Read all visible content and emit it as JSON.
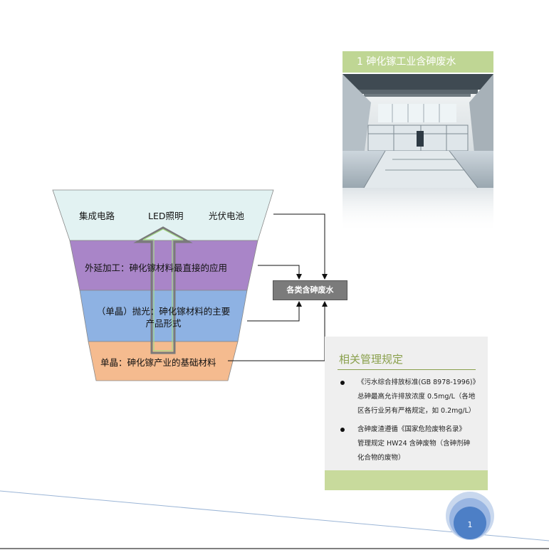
{
  "photo_section": {
    "title": "1 砷化镓工业含砷废水"
  },
  "funnel": {
    "levels": [
      {
        "lines": [
          "集成电路",
          "LED照明",
          "光伏电池"
        ]
      },
      {
        "lines": [
          "外延加工：砷化镓材料最直接的应用"
        ]
      },
      {
        "lines": [
          "（单晶）抛光：砷化镓材料的主要",
          "产品形式"
        ]
      },
      {
        "lines": [
          "单晶：砷化镓产业的基础材料"
        ]
      }
    ],
    "colors": [
      "#e2f2f2",
      "#a985c8",
      "#8eb2e3",
      "#f5bb8f"
    ]
  },
  "target": {
    "label": "各类含砷废水"
  },
  "regulations": {
    "title": "相关管理规定",
    "items": [
      {
        "lines": [
          "《污水综合排放标准(GB 8978-1996)》",
          "总砷最高允许排放浓度 0.5mg/L（各地",
          "区各行业另有严格规定，如 0.2mg/L）"
        ]
      },
      {
        "lines": [
          "含砷废渣遵循《国家危险废物名录》",
          "管理规定 HW24 含砷废物（含砷剂砷",
          "化合物的废物）"
        ]
      }
    ]
  },
  "page": {
    "number": "1"
  }
}
